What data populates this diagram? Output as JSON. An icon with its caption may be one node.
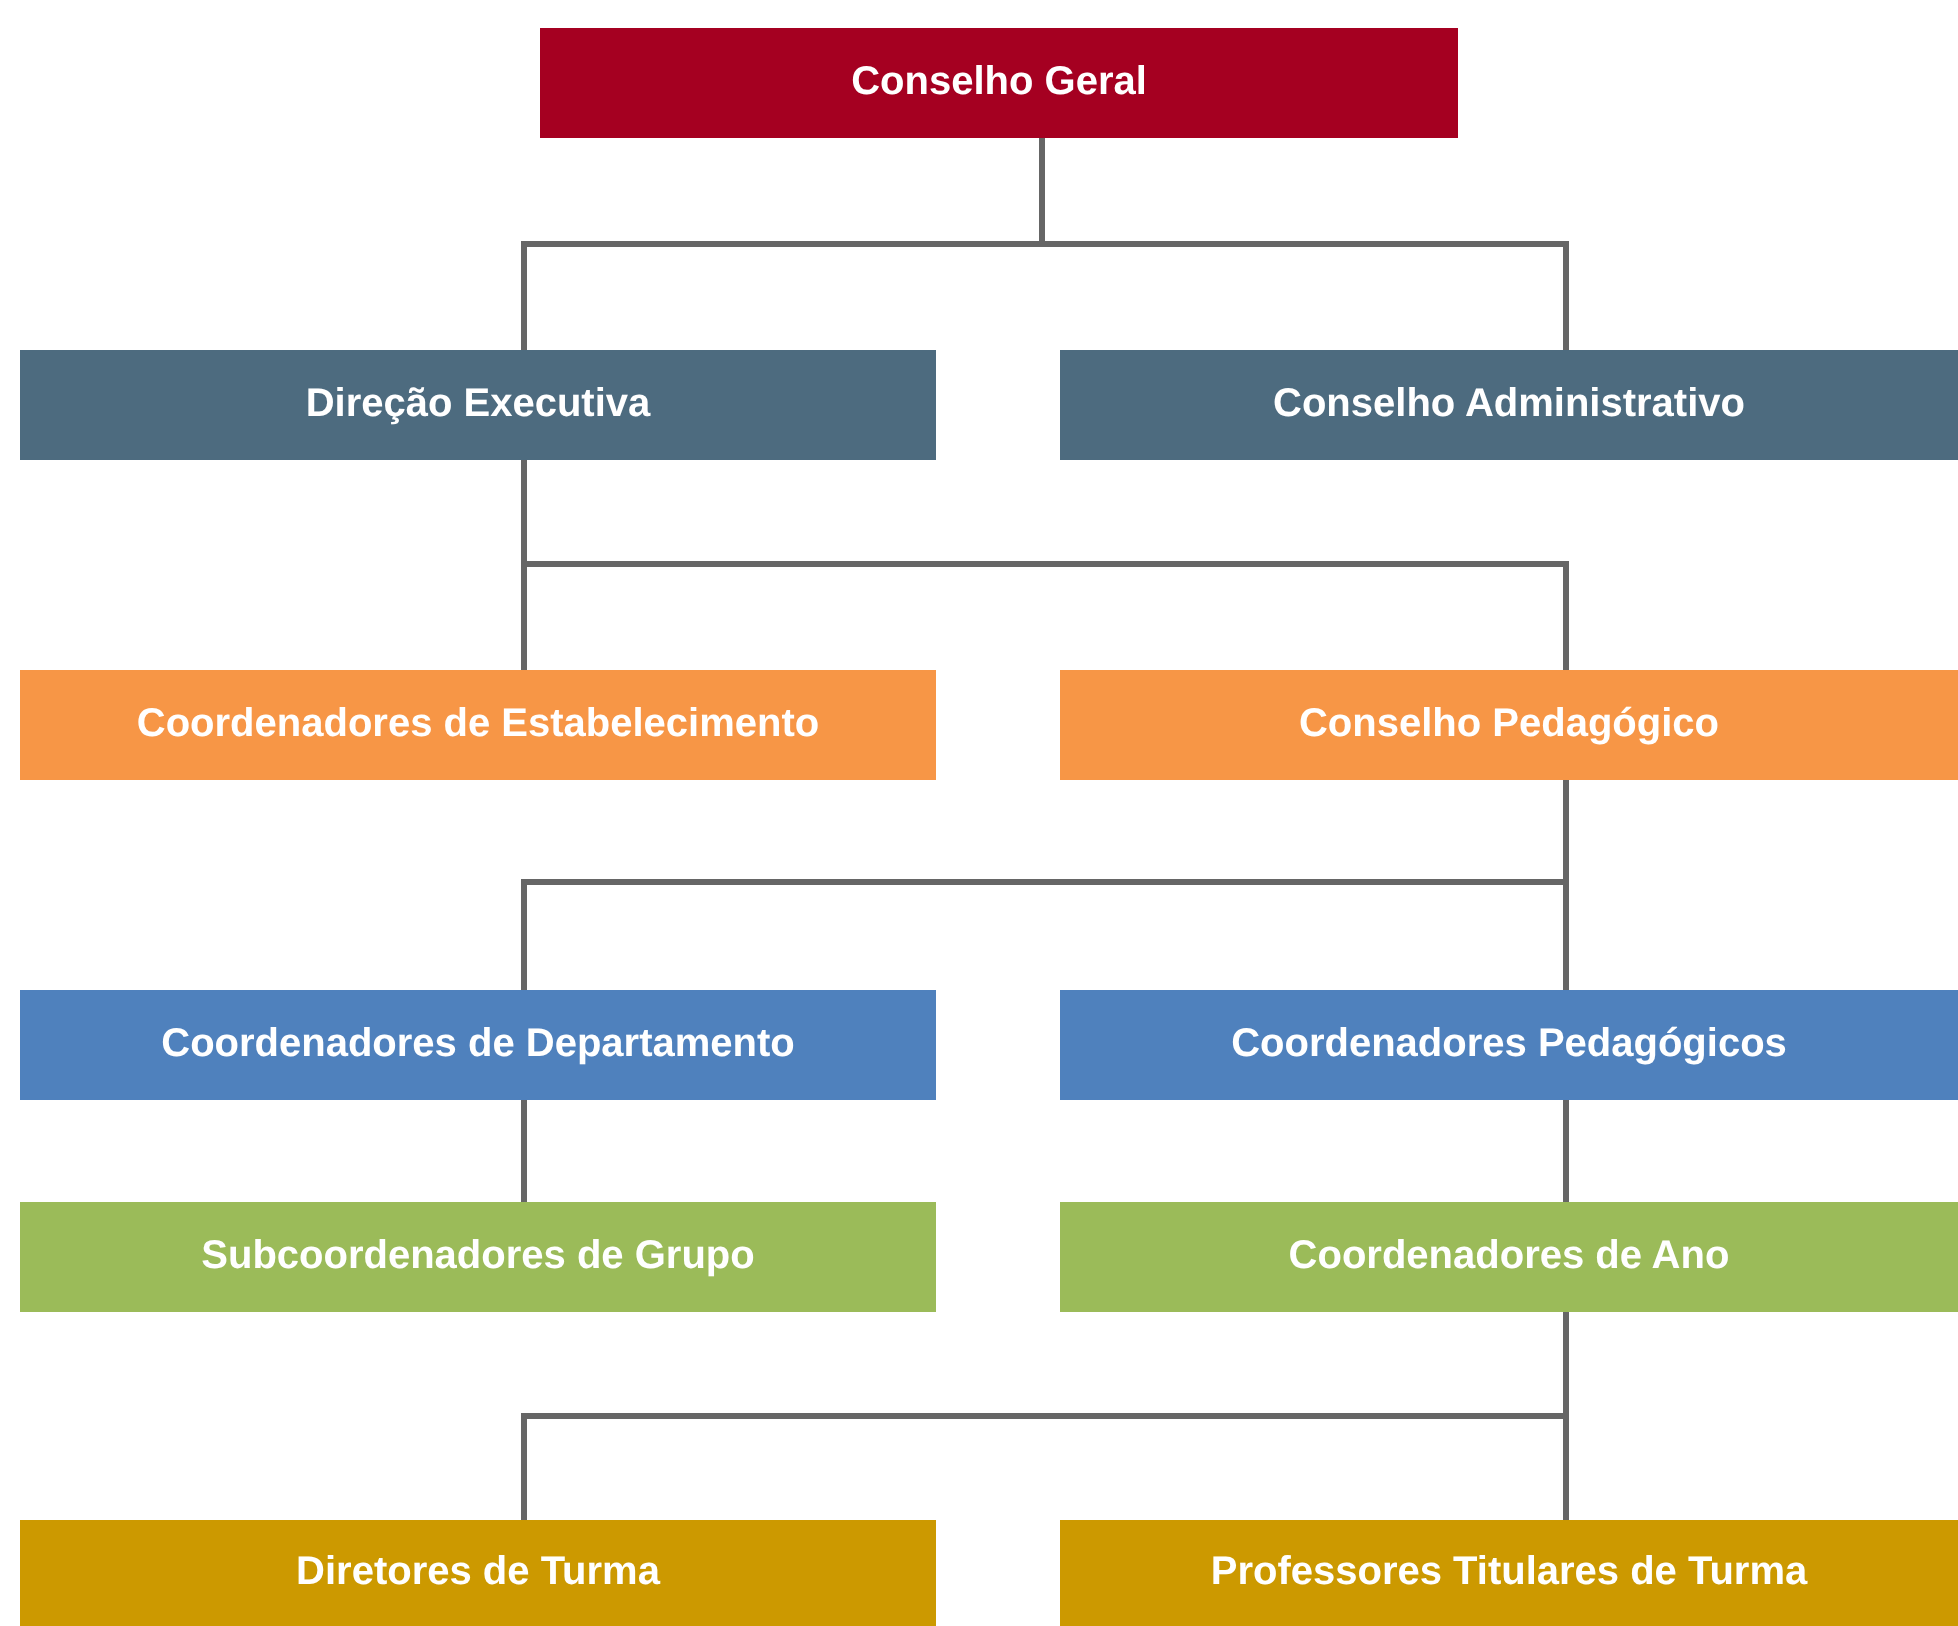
{
  "diagram": {
    "nodes": [
      {
        "text": [
          "Conselho Geral"
        ]
      },
      {
        "text": [
          "Direção Executiva"
        ]
      },
      {
        "text": [
          "Conselho Administrativo"
        ]
      },
      {
        "text": [
          "Coordenadores de Estabelecimento"
        ]
      },
      {
        "text": [
          "Conselho Pedagógico"
        ]
      },
      {
        "text": [
          "Coordenadores de Departamento"
        ]
      },
      {
        "text": [
          "Coordenadores Pedagógicos"
        ]
      },
      {
        "text": [
          "Subcoordenadores de Grupo"
        ]
      },
      {
        "text": [
          "Coordenadores de Ano"
        ]
      },
      {
        "text": [
          "Diretores de Turma"
        ]
      },
      {
        "text": [
          "Professores Titulares de Turma"
        ]
      }
    ],
    "edges": [
      {
        "from": 0,
        "to": 1,
        "arrow": "none"
      },
      {
        "from": 0,
        "to": 2,
        "arrow": "none"
      },
      {
        "from": 1,
        "to": 3,
        "arrow": "none"
      },
      {
        "from": 1,
        "to": 4,
        "arrow": "none"
      },
      {
        "from": 4,
        "to": 5,
        "arrow": "none"
      },
      {
        "from": 4,
        "to": 6,
        "arrow": "none"
      },
      {
        "from": 5,
        "to": 7,
        "arrow": "none"
      },
      {
        "from": 6,
        "to": 8,
        "arrow": "none"
      },
      {
        "from": 8,
        "to": 9,
        "arrow": "none"
      },
      {
        "from": 8,
        "to": 10,
        "arrow": "none"
      }
    ]
  }
}
